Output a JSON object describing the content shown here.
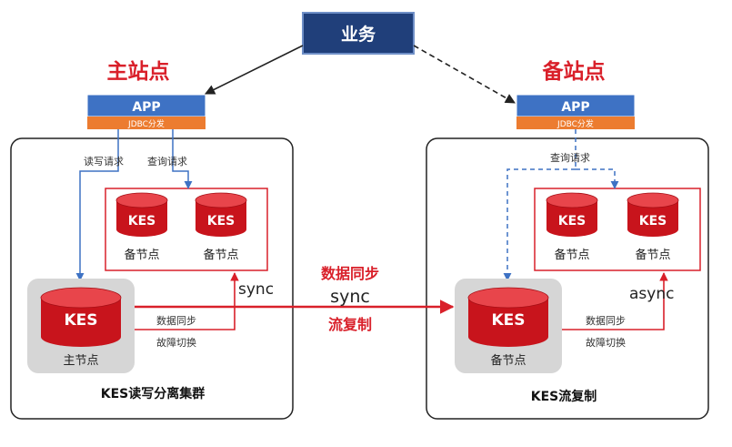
{
  "business": {
    "label": "业务",
    "color": "#203f7a"
  },
  "primary_site": {
    "title": "主站点",
    "app": {
      "label": "APP",
      "sub_label": "JDBC分发"
    },
    "links": {
      "read_write": "读写请求",
      "query": "查询请求"
    },
    "standby_nodes": [
      {
        "db": "KES",
        "label": "备节点"
      },
      {
        "db": "KES",
        "label": "备节点"
      }
    ],
    "sync_mode": "sync",
    "main_node": {
      "db": "KES",
      "label": "主节点"
    },
    "ops": {
      "data_sync": "数据同步",
      "failover": "故障切换"
    },
    "cluster_label": "KES读写分离集群"
  },
  "backup_site": {
    "title": "备站点",
    "app": {
      "label": "APP",
      "sub_label": "JDBC分发"
    },
    "links": {
      "query": "查询请求"
    },
    "standby_nodes": [
      {
        "db": "KES",
        "label": "备节点"
      },
      {
        "db": "KES",
        "label": "备节点"
      }
    ],
    "sync_mode": "async",
    "main_node": {
      "db": "KES",
      "label": "备节点"
    },
    "ops": {
      "data_sync": "数据同步",
      "failover": "故障切换"
    },
    "cluster_label": "KES流复制"
  },
  "replication": {
    "top_label": "数据同步",
    "mode": "sync",
    "bottom_label": "流复制"
  },
  "colors": {
    "accent_red": "#d9202a",
    "db_red": "#c8141c",
    "app_blue": "#3e72c4",
    "jdbc_orange": "#ec7c30",
    "link_blue": "#3e72c4"
  }
}
